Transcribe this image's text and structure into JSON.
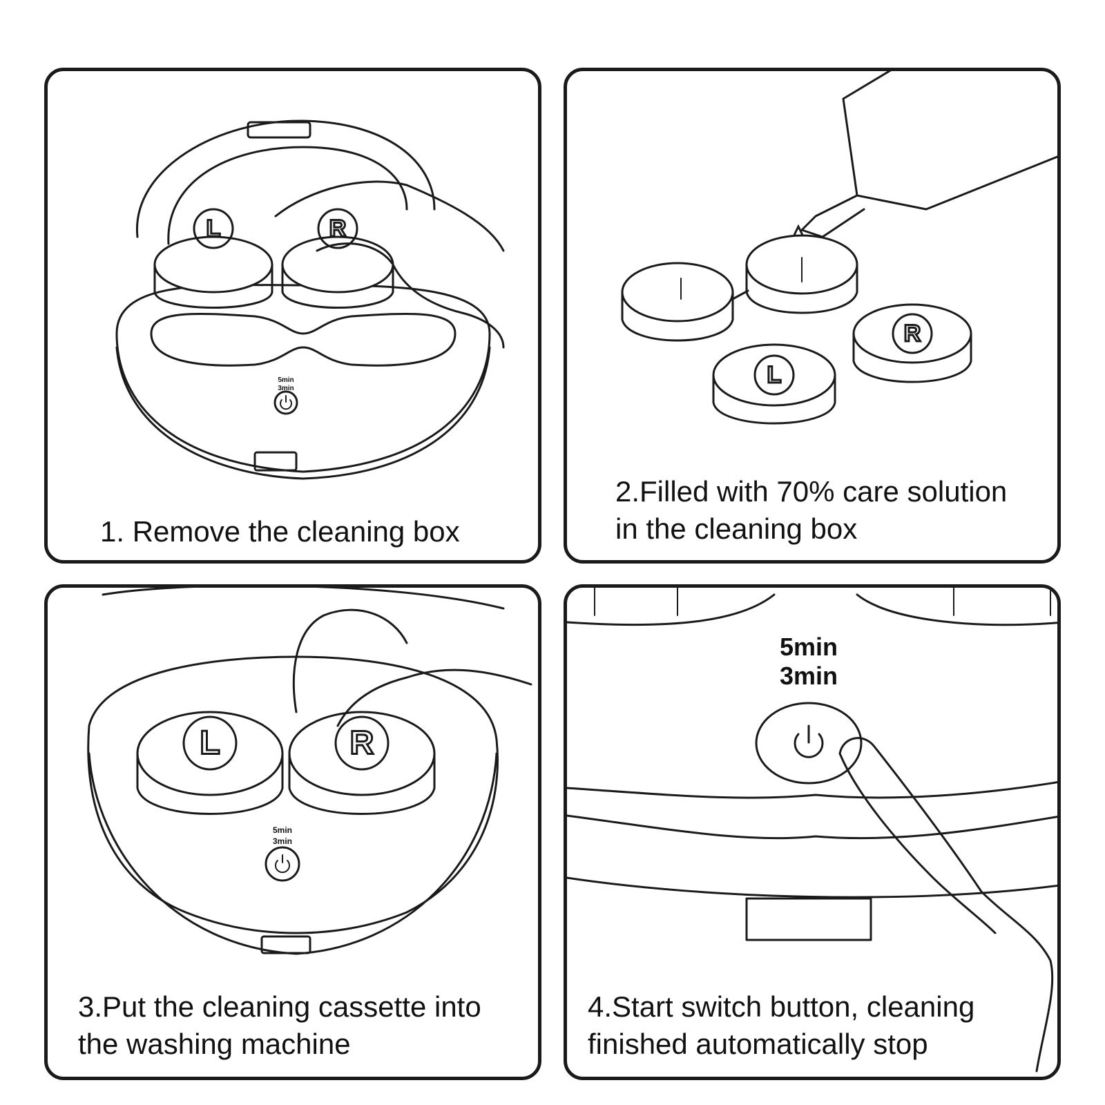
{
  "panels": [
    {
      "id": "step-1",
      "caption_lines": [
        "1. Remove the cleaning box"
      ]
    },
    {
      "id": "step-2",
      "caption_lines": [
        "2.Filled with 70% care solution",
        "in the cleaning box"
      ]
    },
    {
      "id": "step-3",
      "caption_lines": [
        "3.Put the cleaning cassette into",
        "the washing machine"
      ]
    },
    {
      "id": "step-4",
      "caption_lines": [
        "4.Start switch button, cleaning",
        "finished automatically stop"
      ]
    }
  ],
  "lens_cap_labels": {
    "left": "L",
    "right": "R"
  },
  "timer_labels": [
    "5min",
    "3min"
  ],
  "icons": [
    "power-icon",
    "hand-icon",
    "finger-icon",
    "bottle-icon",
    "droplet-icon"
  ]
}
